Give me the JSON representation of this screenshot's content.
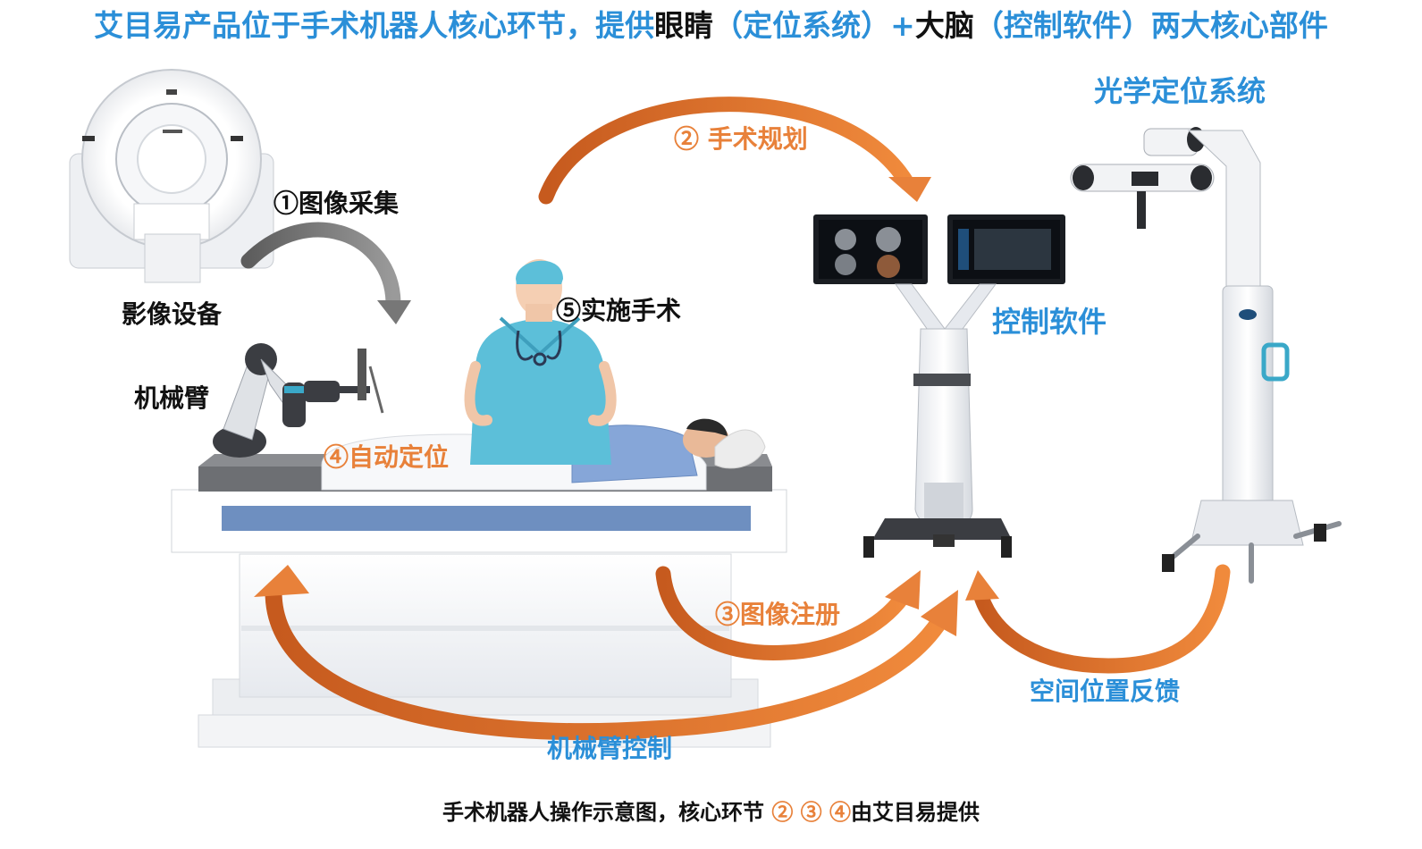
{
  "title": {
    "part1": "艾目易产品位于手术机器人核心环节，提供",
    "part2": "眼睛",
    "part3": "（定位系统）+",
    "part4": "大脑",
    "part5": "（控制软件）两大核心部件"
  },
  "labels": {
    "imaging_device": "影像设备",
    "step1": "①图像采集",
    "robotic_arm": "机械臂",
    "step2": "② 手术规划",
    "step3": "③图像注册",
    "step4": "④自动定位",
    "step5": "⑤实施手术",
    "optical_positioning": "光学定位系统",
    "control_software": "控制软件",
    "spatial_feedback": "空间位置反馈",
    "arm_control": "机械臂控制"
  },
  "caption": {
    "text": "手术机器人操作示意图，核心环节",
    "steps": "② ③ ④",
    "provider": "由艾目易提供"
  },
  "colors": {
    "blue": "#2b8fd8",
    "orange": "#e8813a",
    "arrow_gray": "#7b7b7b",
    "teal": "#3aa8c8",
    "scrub_blue": "#5cbfd9"
  }
}
